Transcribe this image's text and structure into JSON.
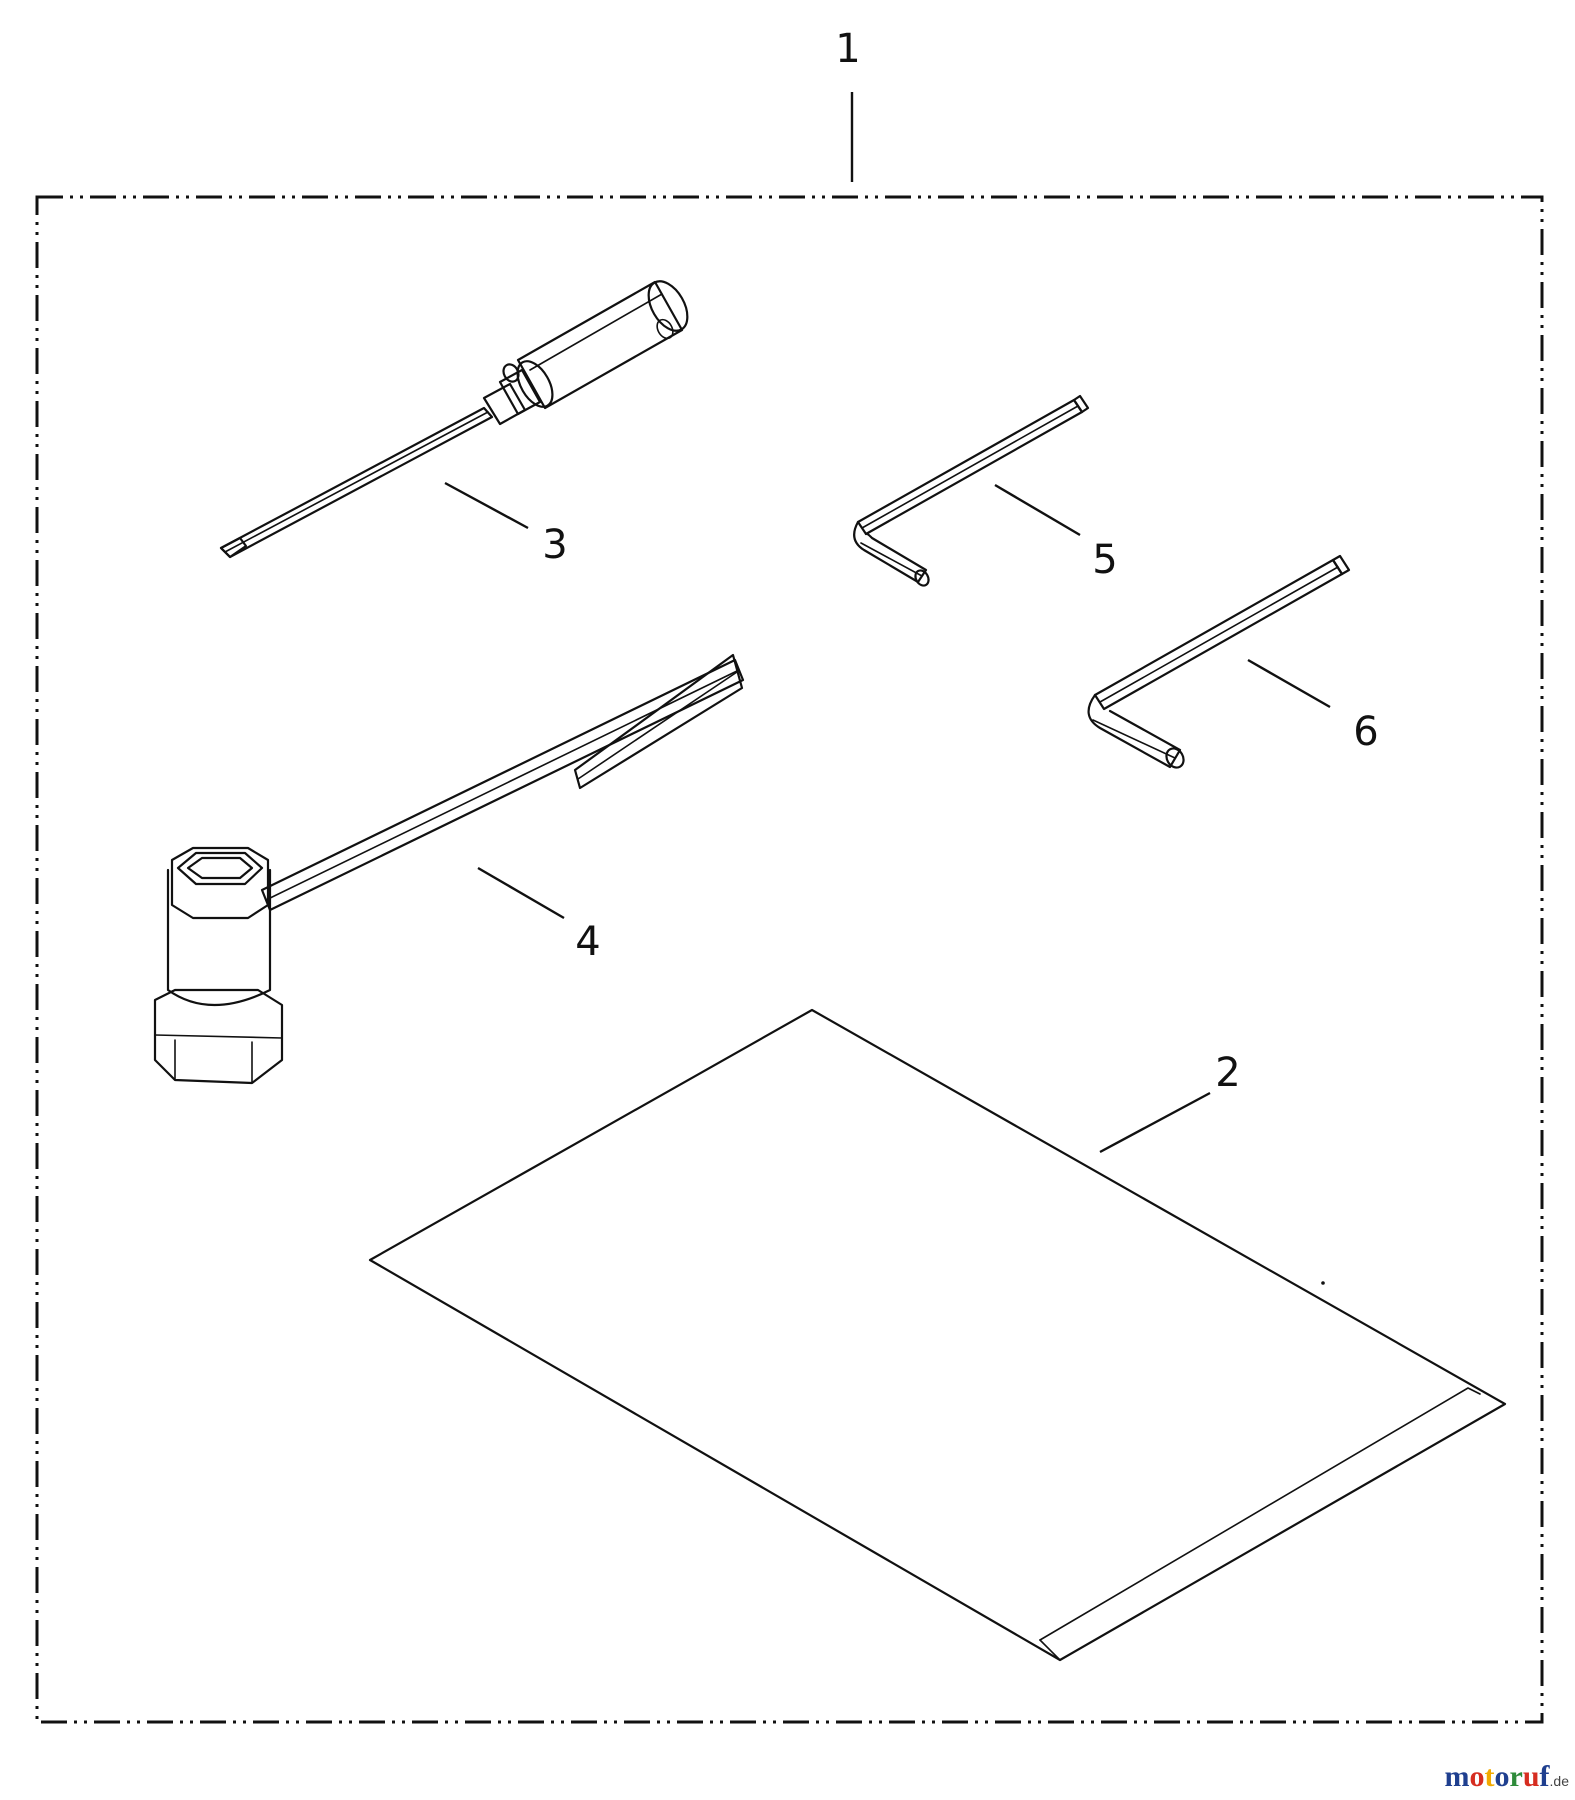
{
  "callouts": {
    "kit": "1",
    "manual": "2",
    "screwdriver": "3",
    "plug_wrench": "4",
    "hex_key_small": "5",
    "hex_key_large": "6"
  },
  "watermark": {
    "letters": [
      {
        "ch": "m",
        "color": "#1f3f8f"
      },
      {
        "ch": "o",
        "color": "#d62d20"
      },
      {
        "ch": "t",
        "color": "#f2a900"
      },
      {
        "ch": "o",
        "color": "#1f3f8f"
      },
      {
        "ch": "r",
        "color": "#2e8b3a"
      },
      {
        "ch": "u",
        "color": "#d62d20"
      },
      {
        "ch": "f",
        "color": "#1f3f8f"
      }
    ],
    "tld": ".de"
  }
}
